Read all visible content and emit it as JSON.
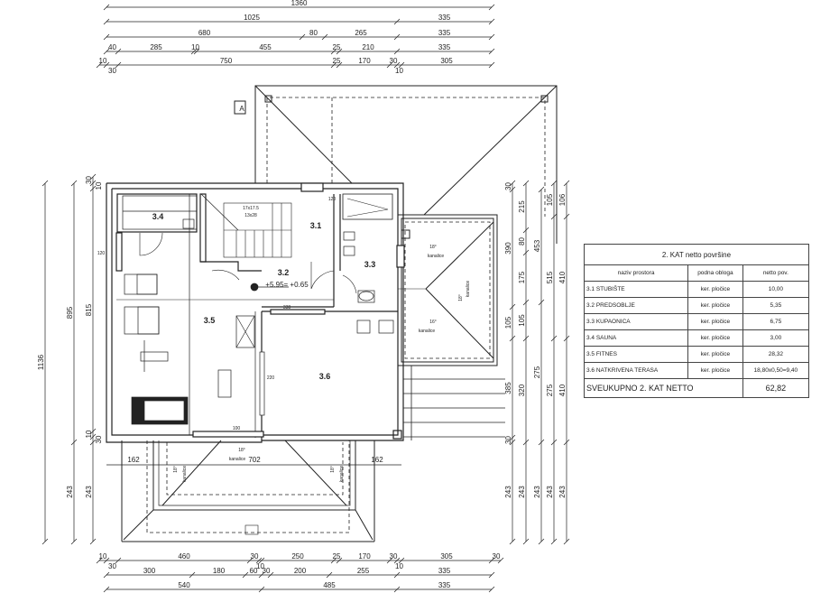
{
  "marker_a": "A",
  "rooms": {
    "r31": "3.1",
    "r32": "3.2",
    "r33": "3.3",
    "r34": "3.4",
    "r35": "3.5",
    "r36": "3.6"
  },
  "stairs": {
    "line1": "17x17.5",
    "line2": "13x28"
  },
  "level": "+5.95= +0.65",
  "roof_labels": {
    "slope": "18°",
    "slope16": "16°",
    "gutter": "kanalice"
  },
  "inner_dims": {
    "d702": "702",
    "d162a": "162",
    "d162b": "162",
    "d120": "120",
    "d338": "338",
    "d100": "100",
    "d220": "220"
  },
  "dims": {
    "top": [
      [
        "1360"
      ],
      [
        "1025",
        "335"
      ],
      [
        "680",
        "80",
        "265",
        "335"
      ],
      [
        "40",
        "285",
        "10",
        "455",
        "25",
        "210",
        "335"
      ],
      [
        "10",
        "30",
        "750",
        "25",
        "170",
        "30",
        "10",
        "305"
      ]
    ],
    "bottom": [
      [
        "10",
        "30",
        "460",
        "30",
        "10",
        "250",
        "25",
        "170",
        "30",
        "10",
        "305",
        "30"
      ],
      [
        "300",
        "180",
        "60",
        "30",
        "200",
        "255",
        "335"
      ],
      [
        "540",
        "485",
        "335"
      ]
    ],
    "left": [
      [
        "1136"
      ],
      [
        "895",
        "243"
      ],
      [
        "30",
        "10",
        "815",
        "10",
        "30",
        "243"
      ]
    ],
    "right": [
      [
        "30",
        "390",
        "105",
        "385",
        "30",
        "243"
      ],
      [
        "215",
        "80",
        "175",
        "105",
        "320",
        "243"
      ],
      [
        "453",
        "275",
        "243"
      ],
      [
        "105",
        "515",
        "275",
        "243"
      ],
      [
        "106",
        "410",
        "410",
        "243"
      ]
    ]
  },
  "table": {
    "title": "2. KAT netto površine",
    "headers": [
      "naziv prostora",
      "podna obloga",
      "netto pov."
    ],
    "rows": [
      [
        "3.1 STUBIŠTE",
        "ker. pločice",
        "10,00"
      ],
      [
        "3.2 PREDSOBLJE",
        "ker. pločice",
        "5,35"
      ],
      [
        "3.3 KUPAONICA",
        "ker. pločice",
        "6,75"
      ],
      [
        "3.4 SAUNA",
        "ker. pločice",
        "3,00"
      ],
      [
        "3.5 FITNES",
        "ker. pločice",
        "28,32"
      ],
      [
        "3.6 NATKRIVENA TERASA",
        "ker. pločice",
        "18,80x0,50=9,40"
      ]
    ],
    "total_label": "SVEUKUPNO 2. KAT NETTO",
    "total_value": "62,82"
  }
}
